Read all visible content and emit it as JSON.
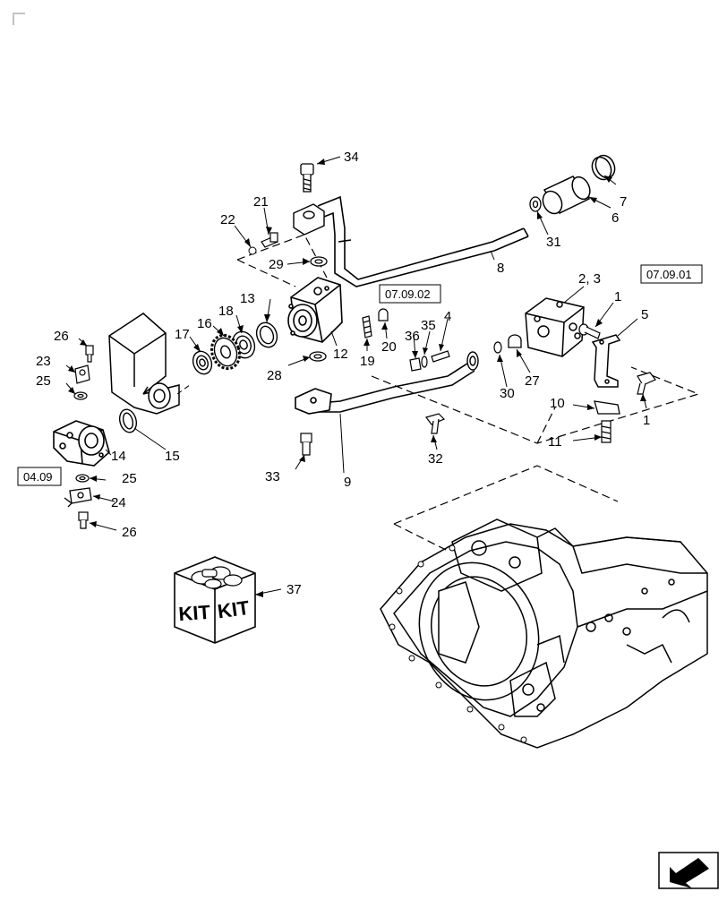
{
  "callouts": [
    {
      "id": "c34",
      "text": "34"
    },
    {
      "id": "c21",
      "text": "21"
    },
    {
      "id": "c22",
      "text": "22"
    },
    {
      "id": "c29",
      "text": "29"
    },
    {
      "id": "c7",
      "text": "7"
    },
    {
      "id": "c6",
      "text": "6"
    },
    {
      "id": "c31",
      "text": "31"
    },
    {
      "id": "c8",
      "text": "8"
    },
    {
      "id": "c23a",
      "text": "2, 3"
    },
    {
      "id": "c1a",
      "text": "1"
    },
    {
      "id": "c5",
      "text": "5"
    },
    {
      "id": "c13",
      "text": "13"
    },
    {
      "id": "c18",
      "text": "18"
    },
    {
      "id": "c16",
      "text": "16"
    },
    {
      "id": "c17",
      "text": "17"
    },
    {
      "id": "c26a",
      "text": "26"
    },
    {
      "id": "c23",
      "text": "23"
    },
    {
      "id": "c25a",
      "text": "25"
    },
    {
      "id": "c12",
      "text": "12"
    },
    {
      "id": "c28",
      "text": "28"
    },
    {
      "id": "c19",
      "text": "19"
    },
    {
      "id": "c20",
      "text": "20"
    },
    {
      "id": "c36",
      "text": "36"
    },
    {
      "id": "c35",
      "text": "35"
    },
    {
      "id": "c4",
      "text": "4"
    },
    {
      "id": "c30",
      "text": "30"
    },
    {
      "id": "c27",
      "text": "27"
    },
    {
      "id": "c10",
      "text": "10"
    },
    {
      "id": "c1b",
      "text": "1"
    },
    {
      "id": "c11",
      "text": "11"
    },
    {
      "id": "c14",
      "text": "14"
    },
    {
      "id": "c15",
      "text": "15"
    },
    {
      "id": "c32",
      "text": "32"
    },
    {
      "id": "c33",
      "text": "33"
    },
    {
      "id": "c9",
      "text": "9"
    },
    {
      "id": "c25b",
      "text": "25"
    },
    {
      "id": "c24",
      "text": "24"
    },
    {
      "id": "c26b",
      "text": "26"
    },
    {
      "id": "c37",
      "text": "37"
    }
  ],
  "refs": {
    "r1": "07.09.02",
    "r2": "07.09.01",
    "r3": "04.09"
  },
  "kit": {
    "label_left": "KIT",
    "label_right": "KIT"
  }
}
